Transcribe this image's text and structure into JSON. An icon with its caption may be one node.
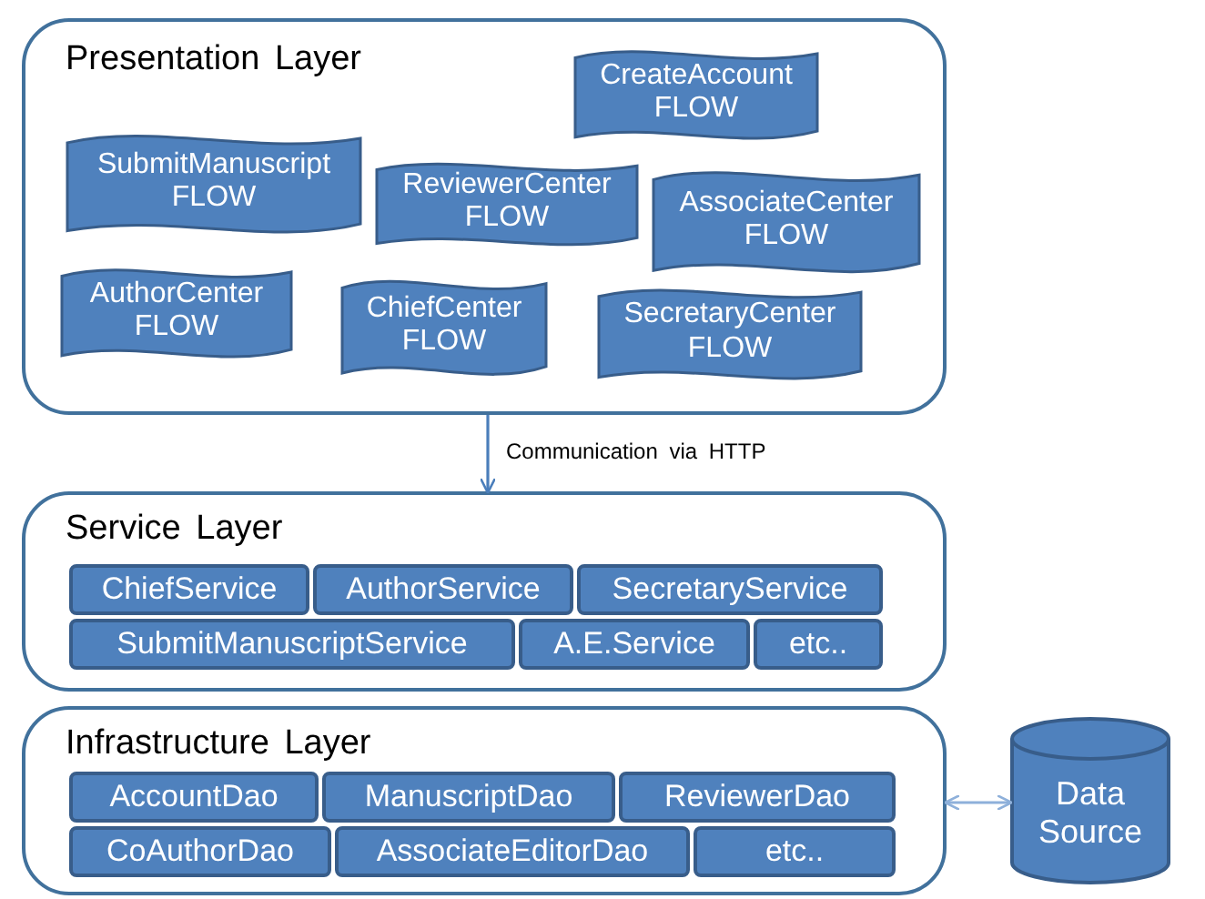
{
  "diagram": {
    "nodes": [
      {
        "text": [
          "Presentation Layer"
        ]
      },
      {
        "text": [
          "CreateAccount FLOW"
        ],
        "in": 0
      },
      {
        "text": [
          "SubmitManuscript FLOW"
        ],
        "in": 0
      },
      {
        "text": [
          "ReviewerCenter FLOW"
        ],
        "in": 0
      },
      {
        "text": [
          "AssociateCenter FLOW"
        ],
        "in": 0
      },
      {
        "text": [
          "AuthorCenter FLOW"
        ],
        "in": 0
      },
      {
        "text": [
          "ChiefCenter FLOW"
        ],
        "in": 0
      },
      {
        "text": [
          "SecretaryCenter FLOW"
        ],
        "in": 0
      },
      {
        "text": [
          "Service Layer"
        ]
      },
      {
        "text": [
          "ChiefService"
        ],
        "in": 8
      },
      {
        "text": [
          "AuthorService"
        ],
        "in": 8
      },
      {
        "text": [
          "SecretaryService"
        ],
        "in": 8
      },
      {
        "text": [
          "SubmitManuscriptService"
        ],
        "in": 8
      },
      {
        "text": [
          "A.E.Service"
        ],
        "in": 8
      },
      {
        "text": [
          "etc.."
        ],
        "in": 8
      },
      {
        "text": [
          "Infrastructure Layer"
        ]
      },
      {
        "text": [
          "AccountDao"
        ],
        "in": 15
      },
      {
        "text": [
          "ManuscriptDao"
        ],
        "in": 15
      },
      {
        "text": [
          "ReviewerDao"
        ],
        "in": 15
      },
      {
        "text": [
          "CoAuthorDao"
        ],
        "in": 15
      },
      {
        "text": [
          "AssociateEditorDao"
        ],
        "in": 15
      },
      {
        "text": [
          "etc.."
        ],
        "in": 15
      },
      {
        "text": [
          "Data Source"
        ]
      }
    ],
    "edges": [
      {
        "from": 0,
        "to": 8,
        "arrow": "to",
        "label": "Communication via HTTP"
      },
      {
        "from": 15,
        "to": 22,
        "arrow": "both",
        "color": "#8eb0da"
      }
    ]
  }
}
